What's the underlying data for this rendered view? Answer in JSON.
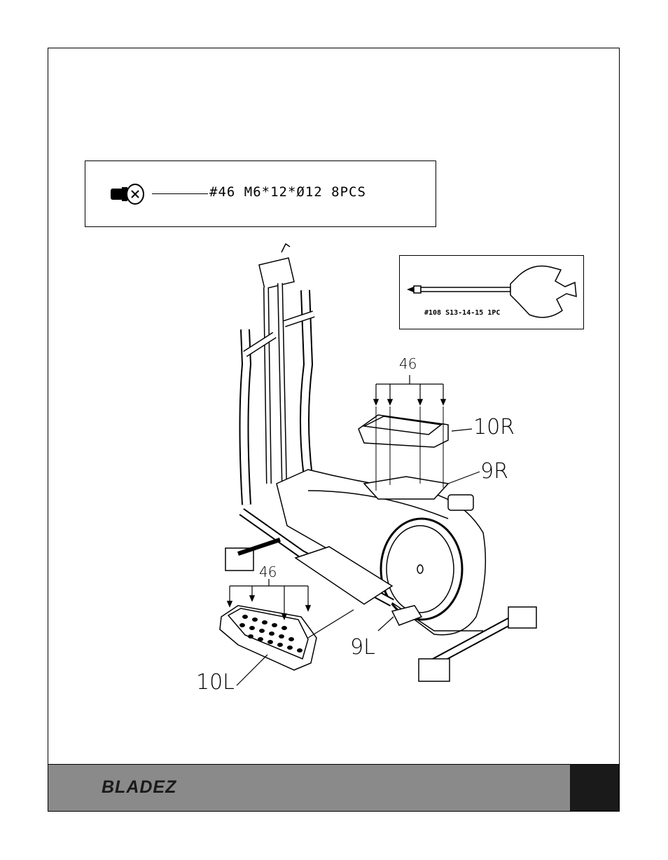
{
  "hardware": {
    "label": "#46  M6*12*Ø12  8PCS",
    "icon": "screw-icon"
  },
  "tool": {
    "label": "#108  S13-14-15  1PC",
    "icon": "wrench-screwdriver-icon"
  },
  "callouts": {
    "screw_right": "46",
    "pedal_right": "10R",
    "arm_right": "9R",
    "screw_left": "46",
    "arm_left": "9L",
    "pedal_left": "10L"
  },
  "footer": {
    "brand": "BLADEZ",
    "bar_color": "#8a8a8a",
    "block_color": "#1a1a1a"
  }
}
